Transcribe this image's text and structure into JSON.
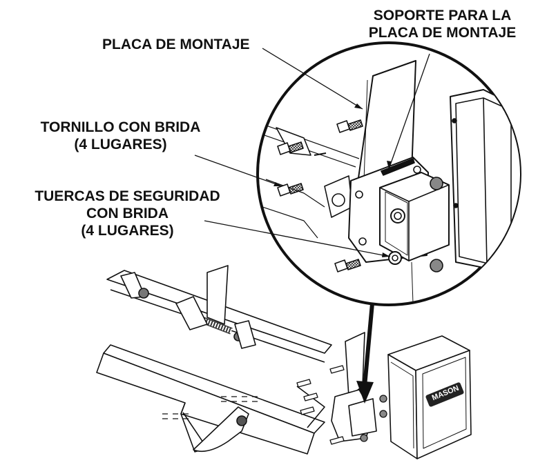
{
  "labels": {
    "mounting_plate": "PLACA DE MONTAJE",
    "bracket_line1": "SOPORTE PARA LA",
    "bracket_line2": "PLACA DE MONTAJE",
    "bolt_line1": "TORNILLO CON BRIDA",
    "bolt_line2": "(4 LUGARES)",
    "nut_line1": "TUERCAS DE SEGURIDAD",
    "nut_line2": "CON BRIDA",
    "nut_line3": "(4 LUGARES)"
  },
  "brand_logo": "MASON"
}
